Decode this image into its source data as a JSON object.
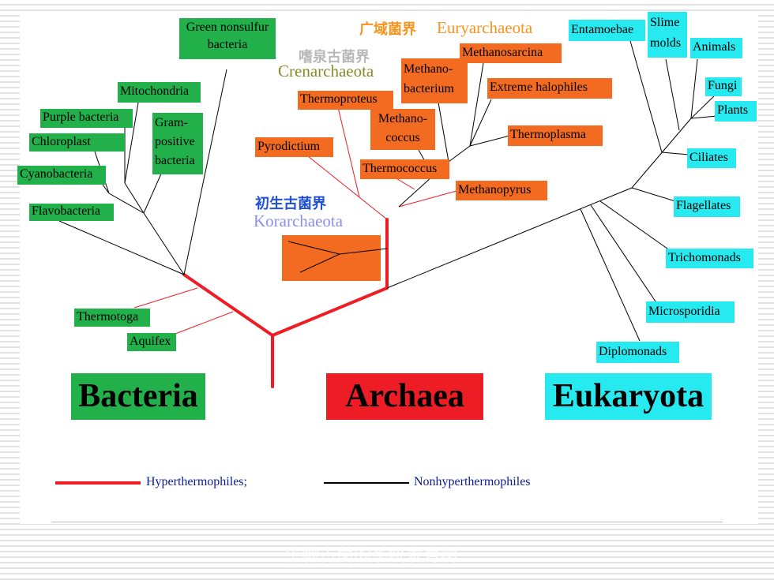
{
  "domains": {
    "bacteria": "Bacteria",
    "archaea": "Archaea",
    "eukaryota": "Eukaryota"
  },
  "groups": {
    "euryarchaeota_cn": "广域菌界",
    "euryarchaeota": "Euryarchaeota",
    "crenarchaeota_cn": "嗜泉古菌界",
    "crenarchaeota": "Crenarchaeota",
    "korarchaeota_cn": "初生古菌界",
    "korarchaeota": "Korarchaeota"
  },
  "bacteria_taxa": {
    "green_nonsulfur_1": "Green nonsulfur",
    "green_nonsulfur_2": "bacteria",
    "mitochondria": "Mitochondria",
    "purple_bacteria": "Purple bacteria",
    "gram_1": "Gram-",
    "gram_2": "positive",
    "gram_3": "bacteria",
    "chloroplast": "Chloroplast",
    "cyanobacteria": "Cyanobacteria",
    "flavobacteria": "Flavobacteria",
    "thermotoga": "Thermotoga",
    "aquifex": "Aquifex"
  },
  "archaea_taxa": {
    "thermoproteus": "Thermoproteus",
    "pyrodictium": "Pyrodictium",
    "methanococcus_1": "Methano-",
    "methanococcus_2": "coccus",
    "methanobacterium_1": "Methano-",
    "methanobacterium_2": "bacterium",
    "methanosarcina": "Methanosarcina",
    "extreme_halophiles": "Extreme halophiles",
    "thermoplasma": "Thermoplasma",
    "thermococcus": "Thermococcus",
    "methanopyrus": "Methanopyrus"
  },
  "eukaryota_taxa": {
    "entamoebae": "Entamoebae",
    "slime_molds_1": "Slime",
    "slime_molds_2": "molds",
    "animals": "Animals",
    "fungi": "Fungi",
    "plants": "Plants",
    "ciliates": "Ciliates",
    "flagellates": "Flagellates",
    "trichomonads": "Trichomonads",
    "microsporidia": "Microsporidia",
    "diplomonads": "Diplomonads"
  },
  "legend": {
    "hyper": "Hyperthermophiles;",
    "nonhyper": "Nonhyperthermophiles"
  },
  "footer": "生物古菌的系统发育树",
  "colors": {
    "bacteria_green": "#22b04a",
    "archaea_orange": "#f26b21",
    "eukaryota_cyan": "#27e9f0",
    "archaea_red": "#ee1c24",
    "hyper_red": "#ee1c24",
    "euryarchaeota_text": "#f7941d",
    "crenarchaeota_text": "#8a8a2a",
    "korarchaeota_text": "#8b8ff0",
    "korarchaeota_cn_text": "#1f4fd6",
    "crenarchaeota_cn_text": "#b8b8b8",
    "legend_text": "#0a1a9a"
  }
}
